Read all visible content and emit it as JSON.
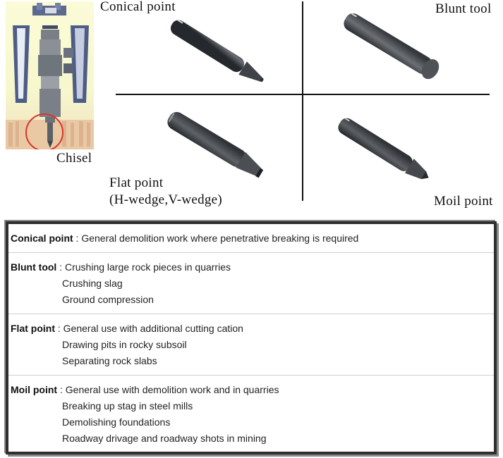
{
  "figure": {
    "chisel_label": "Chisel",
    "tools": [
      {
        "id": "conical",
        "label": "Conical point"
      },
      {
        "id": "blunt",
        "label": "Blunt tool"
      },
      {
        "id": "flat",
        "label": "Flat point",
        "sublabel": "(H-wedge,V-wedge)"
      },
      {
        "id": "moil",
        "label": "Moil point"
      }
    ],
    "colors": {
      "steel": "#4a4d52",
      "highlight_circle": "#d8362c",
      "divider": "#111111"
    }
  },
  "table": {
    "rows": [
      {
        "name": "Conical point",
        "separator": " : ",
        "first": "General demolition work where penetrative breaking is required",
        "more": []
      },
      {
        "name": "Blunt tool",
        "separator": " : ",
        "first": "Crushing large rock pieces in quarries",
        "more": [
          "Crushing slag",
          "Ground compression"
        ]
      },
      {
        "name": "Flat point",
        "separator": " : ",
        "first": "General use with additional cutting cation",
        "more": [
          "Drawing pits in rocky subsoil",
          "Separating rock slabs"
        ]
      },
      {
        "name": "Moil point",
        "separator": " : ",
        "first": "General use with demolition work and in quarries",
        "more": [
          "Breaking up stag in steel mills",
          "Demolishing foundations",
          "Roadway drivage and roadway shots in mining"
        ]
      }
    ]
  }
}
